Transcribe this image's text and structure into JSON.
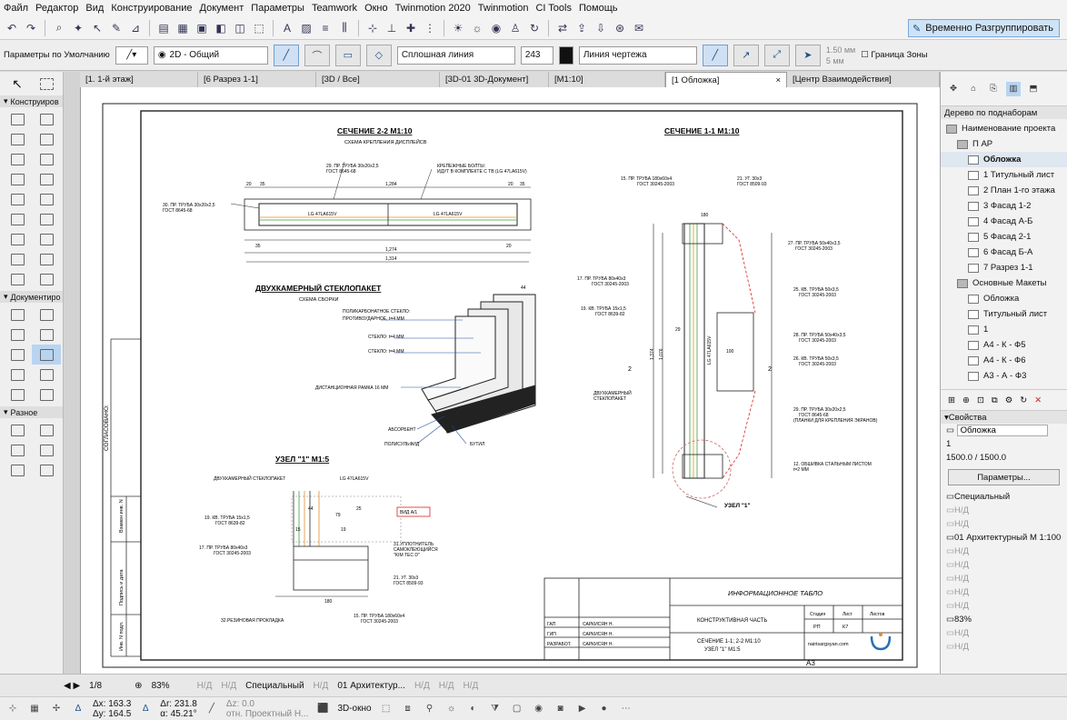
{
  "menu": [
    "Файл",
    "Редактор",
    "Вид",
    "Конструирование",
    "Документ",
    "Параметры",
    "Teamwork",
    "Окно",
    "Twinmotion 2020",
    "Twinmotion",
    "CI Tools",
    "Помощь"
  ],
  "toolbar": {
    "regroup_label": "Временно Разгруппировать"
  },
  "infobox": {
    "defaults_label": "Параметры по Умолчанию",
    "view_mode": "2D - Общий",
    "line_type": "Сплошная линия",
    "pen_number": "243",
    "pen_name": "Линия чертежа",
    "value1": "1.50",
    "unit1": "мм",
    "value2": "5",
    "unit2": "мм",
    "zone_border": "Граница Зоны"
  },
  "tabs": [
    "[1. 1-й этаж]",
    "[6 Разрез 1-1]",
    "[3D / Все]",
    "[3D-01 3D-Документ]",
    "[M1:10]",
    "[1 Обложка]",
    "[Центр Взаимодействия]"
  ],
  "toolbox": {
    "sections": [
      "Конструиров",
      "Документиро",
      "Разное"
    ]
  },
  "navigator": {
    "title": "Дерево по поднаборам",
    "items": [
      {
        "label": "Наименование проекта",
        "level": 0
      },
      {
        "label": "П АР",
        "level": 1
      },
      {
        "label": "Обложка",
        "level": 2,
        "selected": true
      },
      {
        "label": "1 Титульный лист",
        "level": 2
      },
      {
        "label": "2 План 1-го этажа",
        "level": 2
      },
      {
        "label": "3 Фасад 1-2",
        "level": 2
      },
      {
        "label": "4 Фасад А-Б",
        "level": 2
      },
      {
        "label": "5 Фасад 2-1",
        "level": 2
      },
      {
        "label": "6 Фасад Б-А",
        "level": 2
      },
      {
        "label": "7 Разрез 1-1",
        "level": 2
      },
      {
        "label": "Основные Макеты",
        "level": 1
      },
      {
        "label": "Обложка",
        "level": 2
      },
      {
        "label": "Титульный лист",
        "level": 2
      },
      {
        "label": "1",
        "level": 2
      },
      {
        "label": "А4 - К - Ф5",
        "level": 2
      },
      {
        "label": "А4 - К - Ф6",
        "level": 2
      },
      {
        "label": "А3 - А - Ф3",
        "level": 2
      }
    ]
  },
  "properties": {
    "title": "Свойства",
    "name": "Обложка",
    "number": "1",
    "size": "1500.0 / 1500.0",
    "params_button": "Параметры...",
    "rows": [
      "Специальный",
      "Н/Д",
      "Н/Д",
      "01 Архитектурный М 1:100",
      "Н/Д",
      "Н/Д",
      "Н/Д",
      "Н/Д",
      "Н/Д",
      "83%",
      "Н/Д",
      "Н/Д"
    ]
  },
  "status": {
    "page": "1/8",
    "zoom": "83%",
    "nd1": "Н/Д",
    "nd2": "Н/Д",
    "special": "Специальный",
    "nd3": "Н/Д",
    "arch": "01 Архитектур...",
    "nd4": "Н/Д",
    "nd5": "Н/Д",
    "nd6": "Н/Д"
  },
  "coords": {
    "dx": "Δx: 163.3",
    "dy": "Δy: 164.5",
    "dr": "Δr: 231.8",
    "da": "α: 45.21°",
    "dz": "Δz: 0.0",
    "ref": "отн. Проектный Н...",
    "view3d": "3D-окно"
  },
  "drawing": {
    "sheet": "A3",
    "side_label": "СОГЛАСОВАНО:",
    "stamp_labels": [
      "Взамен инв. N",
      "Подпись и дата",
      "Инв. N подл."
    ],
    "sec22": {
      "title": "СЕЧЕНИЕ 2-2 М1:10",
      "subtitle": "СХЕМА КРЕПЛЕНИЯ ДИСПЛЕЙСВ",
      "notes": [
        "29. ПР. ТРУБА 30х20х2,5",
        "ГОСТ 8645-68",
        "КРЕПЕЖНЫЕ БОЛТЫ:",
        "ИДУТ В КОМПЛЕКТЕ С ТВ (LG 47LA615V)",
        "30. ПР. ТРУБА 30х20х2,5",
        "ГОСТ 8645-68",
        "LG 47LA615V",
        "LG 47LA615V"
      ],
      "dims": [
        "1,284",
        "1,274",
        "1,314",
        "20",
        "35",
        "20",
        "35",
        "35",
        "20"
      ]
    },
    "glass": {
      "title": "ДВУХКАМЕРНЫЙ СТЕКЛОПАКЕТ",
      "subtitle": "СХЕМА СБОРКИ",
      "notes": [
        "ПОЛИКАРБОНАТНОЕ СТЕКЛО:",
        "ПРОТИВОУДАРНОЕ, t=4 ММ",
        "СТЕКЛО: t=4 ММ",
        "СТЕКЛО: t=4 ММ",
        "ДИСТАНЦИОННАЯ РАМКА 16 ММ",
        "АБСОРБЕНТ",
        "ПОЛИСУЛЬФИД",
        "БУТИЛ"
      ],
      "dim": "44"
    },
    "node": {
      "title": "УЗЕЛ \"1\" М1:5",
      "notes": [
        "ДВУХКАМЕРНЫЙ СТЕКЛОПАКЕТ",
        "LG 47LA615V",
        "ВИД А/1",
        "19. КВ. ТРУБА 15х1,5",
        "ГОСТ 8639-82",
        "17. ПР. ТРУБА 80х40х3",
        "ГОСТ 30245-2003",
        "31.УПЛОТНИТЕЛЬ",
        "САМОКЛЕЮЩИЙСЯ",
        "\"KIM TEC D\"",
        "21. УГ. 30х3",
        "ГОСТ 8509-93",
        "32.РЕЗИНОВАЯ ПРОКЛАДКА",
        "15. ПР. ТРУБА 180х60х4",
        "ГОСТ 30245-2003"
      ],
      "dims": [
        "44",
        "79",
        "25",
        "15",
        "19",
        "180"
      ]
    },
    "sec11": {
      "title": "СЕЧЕНИЕ 1-1 М1:10",
      "notes": [
        "15. ПР. ТРУБА 180х60х4",
        "ГОСТ 30245-2003",
        "21. УГ. 30х3",
        "ГОСТ 8509-93",
        "27. ПР. ТРУБА 50х40х3,5",
        "ГОСТ 30245-2003",
        "17. ПР. ТРУБА 80х40х3",
        "ГОСТ 30245-2003",
        "25. КВ. ТРУБА 50х3,5",
        "ГОСТ 30245-2003",
        "19. КВ. ТРУБА 15х1,5",
        "ГОСТ 8639-82",
        "28. ПР. ТРУБА 50х40х3,5",
        "ГОСТ 30245-2003",
        "26. КВ. ТРУБА 50х3,5",
        "ГОСТ 30245-2003",
        "ДВУХКАМЕРНЫЙ",
        "СТЕКЛОПАКЕТ",
        "29. ПР. ТРУБА 30х20х2,5",
        "ГОСТ 8645-68",
        "(ПЛАНКИ ДЛЯ КРЕПЛЕНИЯ ЭКРАНОВ)",
        "12. ОБШИВКА СТАЛЬНЫМ ЛИСТОМ",
        "t=2 ММ",
        "УЗЕЛ \"1\"",
        "LG 47LA615V",
        "2",
        "2",
        "29",
        "180",
        "100",
        "1,374",
        "1,076"
      ]
    },
    "titleblock": {
      "header": "ИНФОРМАЦИОННОЕ ТАБЛО",
      "part": "КОНСТРУКТИВНАЯ ЧАСТЬ",
      "stage_labels": [
        "Стадия",
        "Лист",
        "Листов"
      ],
      "stage_values": [
        "РП",
        "К7",
        ""
      ],
      "roles": [
        "ГАП",
        "ГИП",
        "РАЗРАБОТ."
      ],
      "names": [
        "САРКИСЯН Н.",
        "САРКИСЯН Н.",
        "САРКИСЯН Н."
      ],
      "sheet_title": [
        "СЕЧЕНИЕ 1-1; 2-2 М1:10",
        "УЗЕЛ \"1\" М1:5"
      ],
      "site": "nairisargsyan.com"
    }
  }
}
